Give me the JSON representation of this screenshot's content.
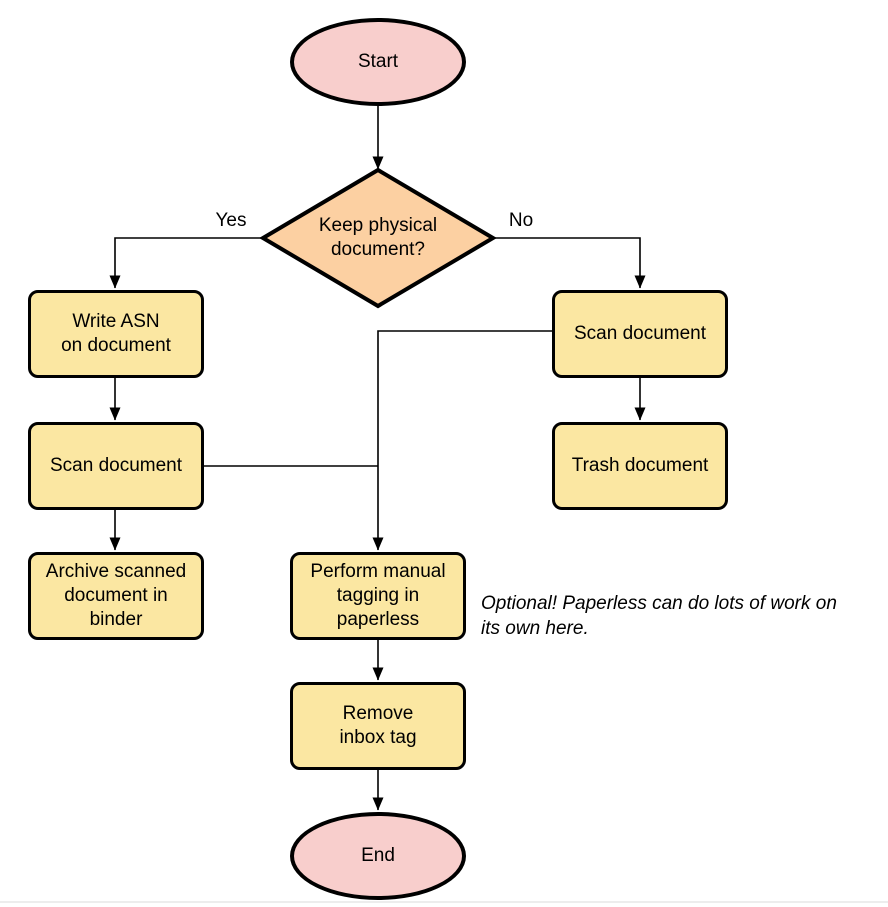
{
  "colors": {
    "background": "#ffffff",
    "terminal_fill": "#f8cecc",
    "decision_fill": "#fcd0a2",
    "process_fill": "#fbe7a2",
    "stroke": "#000000"
  },
  "flowchart": {
    "nodes": {
      "start": {
        "type": "terminal",
        "label": "Start"
      },
      "decision_keep_physical": {
        "type": "decision",
        "label": "Keep physical\ndocument?"
      },
      "write_asn": {
        "type": "process",
        "label": "Write ASN\non document"
      },
      "scan_document_left": {
        "type": "process",
        "label": "Scan document"
      },
      "archive_binder": {
        "type": "process",
        "label": "Archive scanned\ndocument in\nbinder"
      },
      "scan_document_right": {
        "type": "process",
        "label": "Scan document"
      },
      "trash_document": {
        "type": "process",
        "label": "Trash document"
      },
      "manual_tagging": {
        "type": "process",
        "label": "Perform manual\ntagging in\npaperless"
      },
      "remove_inbox_tag": {
        "type": "process",
        "label": "Remove\ninbox tag"
      },
      "end": {
        "type": "terminal",
        "label": "End"
      }
    },
    "edge_labels": {
      "yes": "Yes",
      "no": "No"
    },
    "edges": [
      {
        "from": "start",
        "to": "decision_keep_physical"
      },
      {
        "from": "decision_keep_physical",
        "to": "write_asn",
        "label": "Yes"
      },
      {
        "from": "decision_keep_physical",
        "to": "scan_document_right",
        "label": "No"
      },
      {
        "from": "write_asn",
        "to": "scan_document_left"
      },
      {
        "from": "scan_document_left",
        "to": "archive_binder"
      },
      {
        "from": "scan_document_left",
        "to": "manual_tagging"
      },
      {
        "from": "scan_document_right",
        "to": "trash_document"
      },
      {
        "from": "scan_document_right",
        "to": "manual_tagging"
      },
      {
        "from": "manual_tagging",
        "to": "remove_inbox_tag"
      },
      {
        "from": "remove_inbox_tag",
        "to": "end"
      }
    ],
    "note": "Optional! Paperless can do lots of work on\nits own here."
  }
}
